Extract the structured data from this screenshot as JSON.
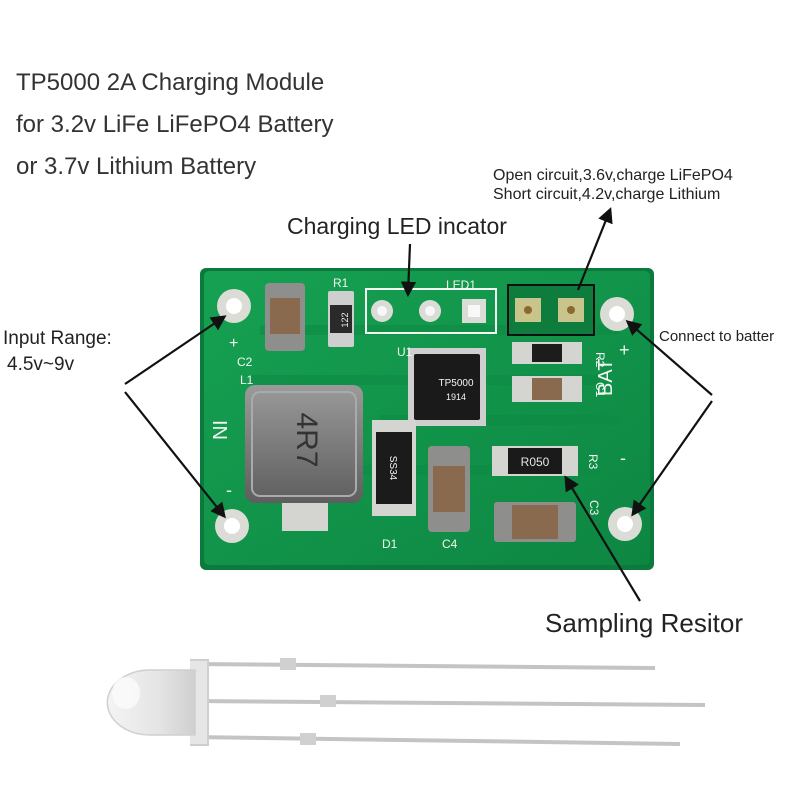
{
  "title_lines": [
    "TP5000 2A Charging Module",
    "for 3.2v LiFe LiFePO4 Battery",
    "or 3.7v Lithium Battery"
  ],
  "mode_notes": [
    "Open circuit,3.6v,charge LiFePO4",
    "Short circuit,4.2v,charge Lithium"
  ],
  "labels": {
    "led_indicator": "Charging LED incator",
    "input_range_title": "Input Range:",
    "input_range_value": "4.5v~9v",
    "battery": "Connect to batter",
    "sampling": "Sampling Resitor"
  },
  "board_silk": {
    "r1": "R1",
    "led1": "LED1",
    "c2": "C2",
    "l1": "L1",
    "u1": "U1",
    "r2": "R2",
    "c1": "C1",
    "bat": "BAT",
    "plus": "+",
    "minus": "-",
    "in": "IN",
    "r3": "R3",
    "c3": "C3",
    "d1": "D1",
    "c4": "C4",
    "inductor_marking": "4R7",
    "chip_name": "TP5000",
    "chip_code": "1914",
    "resistor_value": "R050",
    "r1_value": "122",
    "diode_marking": "SS34"
  },
  "colors": {
    "pcb": "#11904a",
    "pcb_dark": "#0b7a3c",
    "pad": "#d9d9d4",
    "text": "#222222"
  }
}
